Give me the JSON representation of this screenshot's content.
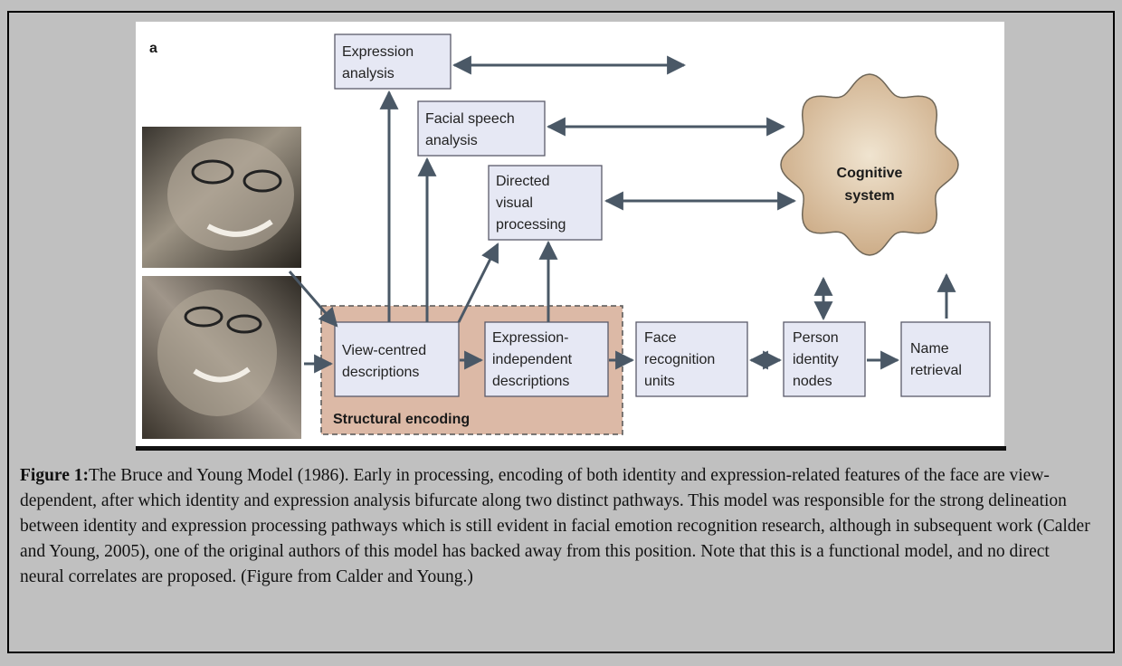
{
  "figure": {
    "panel_letter": "a",
    "boxes": {
      "expression_analysis": [
        "Expression",
        "analysis"
      ],
      "facial_speech": [
        "Facial speech",
        "analysis"
      ],
      "directed_visual": [
        "Directed",
        "visual",
        "processing"
      ],
      "view_centred": [
        "View-centred",
        "descriptions"
      ],
      "expression_independent": [
        "Expression-",
        "independent",
        "descriptions"
      ],
      "face_recognition": [
        "Face",
        "recognition",
        "units"
      ],
      "person_identity": [
        "Person",
        "identity",
        "nodes"
      ],
      "name_retrieval": [
        "Name",
        "retrieval"
      ]
    },
    "structural_encoding_label": "Structural encoding",
    "cognitive_system": [
      "Cognitive",
      "system"
    ],
    "colors": {
      "box_fill": "#e6e8f4",
      "box_stroke": "#5a5a6a",
      "arrow": "#4a5866",
      "structural_fill": "#dcb9a6",
      "cognitive_fill": "#dcc7aa",
      "background": "#c0c0c0"
    }
  },
  "caption": {
    "label": "Figure 1:",
    "text": "The Bruce and Young Model (1986). Early in processing, encoding of both identity and expression-related features of the face are view-dependent, after which identity and expression analysis bifurcate along two distinct pathways. This model was responsible for the strong delineation between identity and expression processing pathways which is still evident in facial emotion recognition research, although in subsequent work (Calder and Young, 2005), one of the original authors of this model has backed away from this position. Note that this is a functional model, and no direct neural correlates are proposed. (Figure from Calder and Young.)"
  }
}
